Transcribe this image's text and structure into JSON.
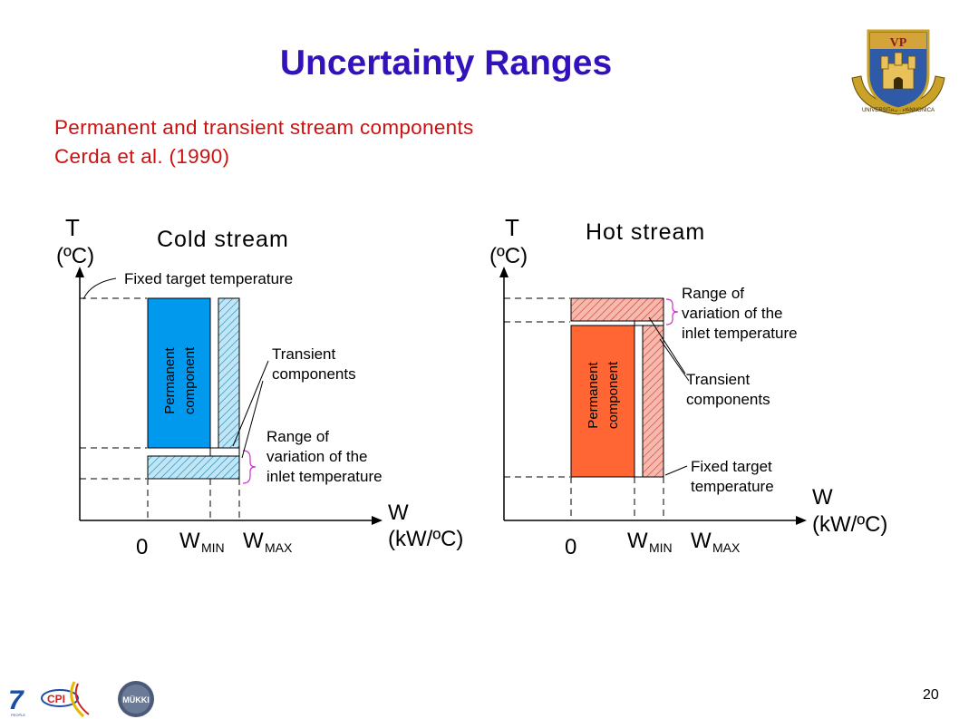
{
  "slide": {
    "title": "Uncertainty Ranges",
    "subtitle_line1": "Permanent and transient stream components",
    "subtitle_line2": "Cerda et al. (1990)",
    "page_number": "20"
  },
  "colors": {
    "title": "#3311bb",
    "subtitle": "#cc1111",
    "cold_permanent": "#0099ee",
    "cold_transient": "#bfe6f6",
    "hot_permanent": "#ff6633",
    "hot_transient": "#f7b9ad",
    "brace": "#cc33cc"
  },
  "cold_diagram": {
    "y_axis_label": "T",
    "y_axis_unit": "(ºC)",
    "title": "Cold stream",
    "fixed_target_label": "Fixed target temperature",
    "permanent_label_line1": "Permanent",
    "permanent_label_line2": "component",
    "transient_label_line1": "Transient",
    "transient_label_line2": "components",
    "range_label_line1": "Range of",
    "range_label_line2": "variation of the",
    "range_label_line3": "inlet temperature",
    "x_axis_label": "W",
    "x_axis_unit": "(kW/ºC)",
    "origin_label": "0",
    "wmin_label": "W",
    "wmin_sub": "MIN",
    "wmax_label": "W",
    "wmax_sub": "MAX"
  },
  "hot_diagram": {
    "y_axis_label": "T",
    "y_axis_unit": "(ºC)",
    "title": "Hot stream",
    "range_label_line1": "Range of",
    "range_label_line2": "variation of the",
    "range_label_line3": "inlet temperature",
    "permanent_label_line1": "Permanent",
    "permanent_label_line2": "component",
    "transient_label_line1": "Transient",
    "transient_label_line2": "components",
    "fixed_target_label_line1": "Fixed target",
    "fixed_target_label_line2": "temperature",
    "x_axis_label": "W",
    "x_axis_unit": "(kW/ºC)",
    "origin_label": "0",
    "wmin_label": "W",
    "wmin_sub": "MIN",
    "wmax_label": "W",
    "wmax_sub": "MAX"
  },
  "logos": {
    "coat_of_arms_text": "VP",
    "coat_of_arms_motto": "UNIVERSITAS · PANNONICA",
    "fp7_text": "7",
    "fp7_sub": "PEOPLE",
    "cpi_text": "CPI",
    "mukki_text": "MÜKKI"
  }
}
